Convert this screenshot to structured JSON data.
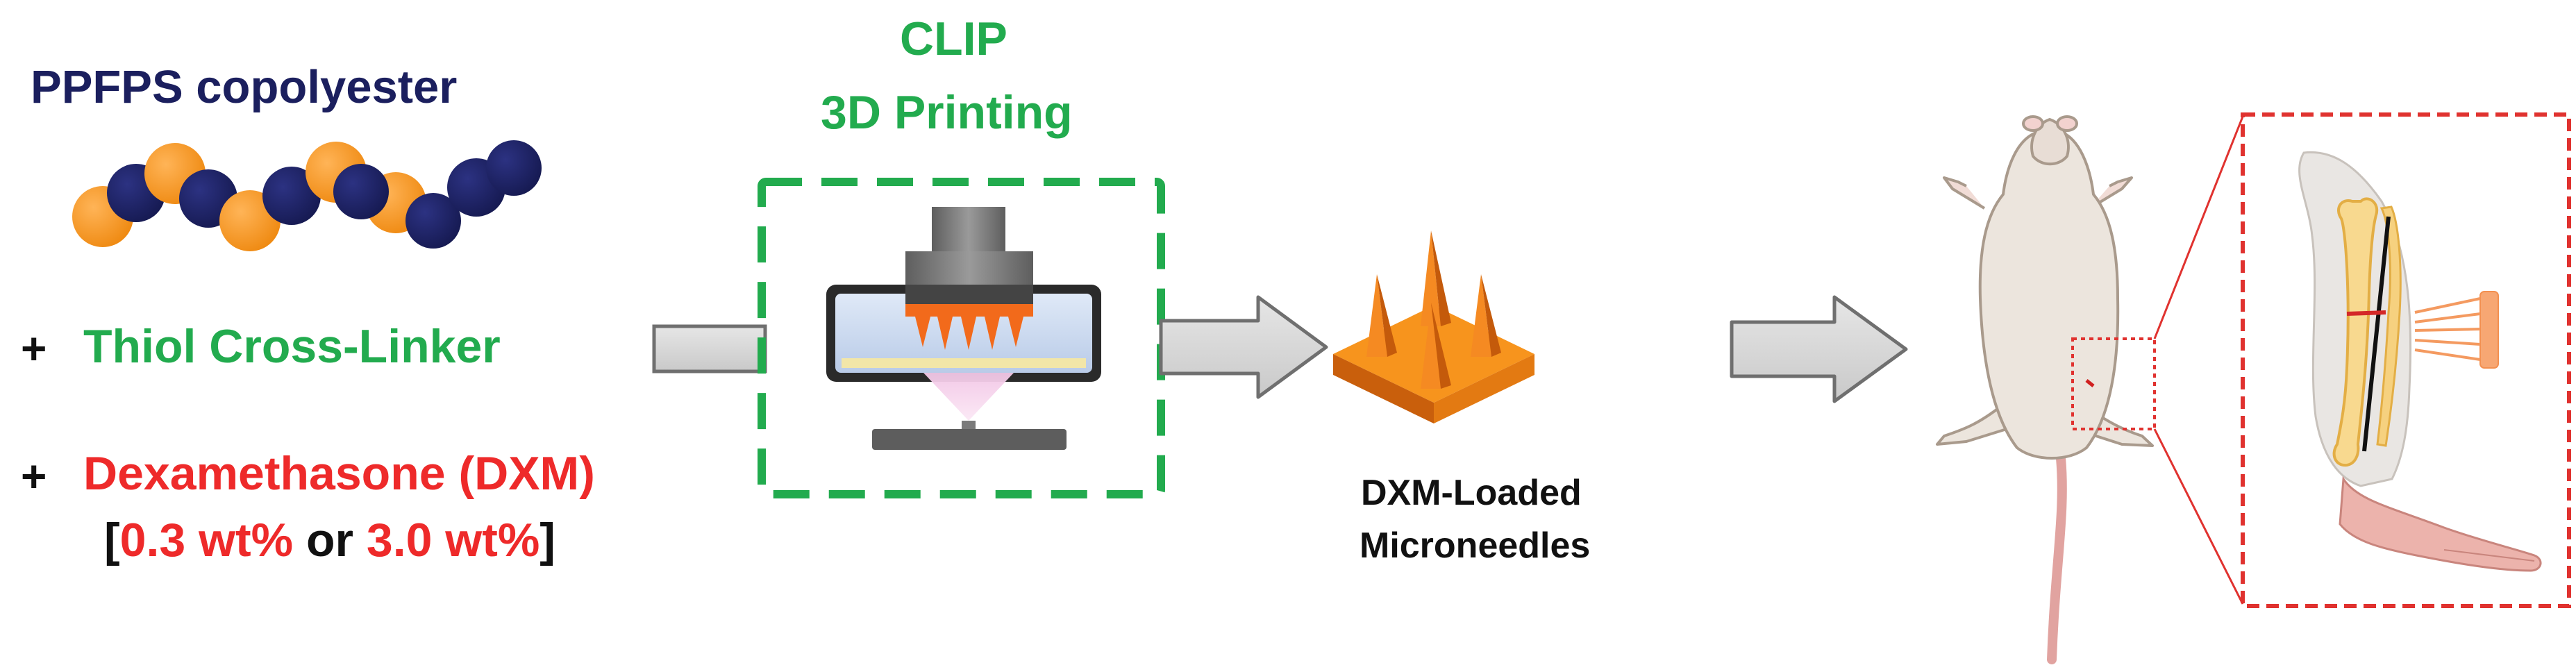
{
  "colors": {
    "navy": "#1b1f5e",
    "orange": "#f7941d",
    "green": "#22ab4e",
    "red": "#ee2a2a",
    "black": "#111111",
    "gray_arrow": "#d8d8d8",
    "dashed_red": "#e0322f"
  },
  "polymer": {
    "title": "PPFPS copolyester",
    "bead_colors": [
      "orange",
      "navy",
      "orange",
      "navy",
      "orange",
      "navy",
      "orange",
      "orange",
      "navy",
      "navy",
      "navy",
      "navy"
    ]
  },
  "ingredients": {
    "plus1": "+",
    "crosslinker": "Thiol Cross-Linker",
    "plus2": "+",
    "drug": "Dexamethasone (DXM)",
    "bracket_open": "[",
    "dose_low": "0.3 wt%",
    "or_word": " or ",
    "dose_high": "3.0 wt%",
    "bracket_close": "]"
  },
  "printing": {
    "line1": "CLIP",
    "line2": "3D Printing",
    "icon": "clip-printer-icon"
  },
  "product": {
    "line1": "DXM-Loaded",
    "line2": "Microneedles",
    "icon": "microneedle-patch-icon"
  },
  "animal": {
    "icon": "rat-icon",
    "zoom_icon": "leg-bone-microneedle-icon"
  }
}
